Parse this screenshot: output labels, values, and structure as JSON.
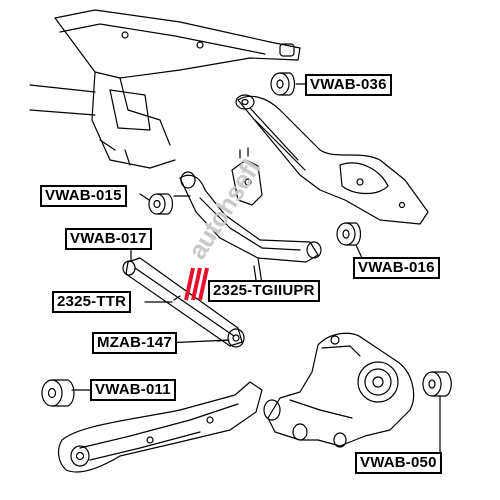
{
  "watermark": {
    "text": "autohsefl",
    "accent_color": "#e8102a"
  },
  "labels": {
    "vwab_036": "VWAB-036",
    "vwab_015": "VWAB-015",
    "vwab_017": "VWAB-017",
    "vwab_016": "VWAB-016",
    "tgiiupr": "2325-TGIIUPR",
    "ttr": "2325-TTR",
    "mzab_147": "MZAB-147",
    "vwab_011": "VWAB-011",
    "vwab_050": "VWAB-050"
  },
  "colors": {
    "line": "#000000",
    "background": "#ffffff",
    "watermark": "#d0d0d0"
  }
}
